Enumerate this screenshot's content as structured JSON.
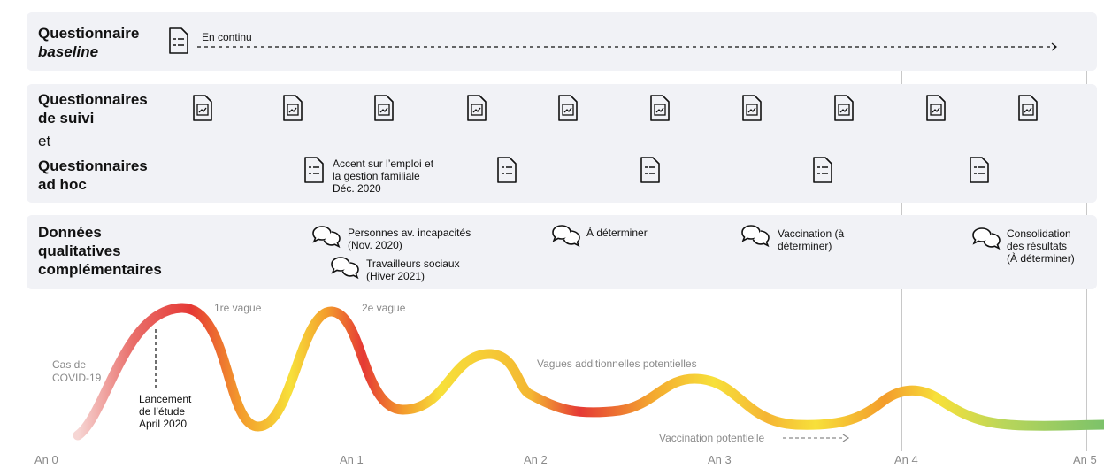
{
  "rows": {
    "baseline": {
      "title_line1": "Questionnaire",
      "title_line2": "baseline",
      "note": "En continu"
    },
    "suivi": {
      "title_line1": "Questionnaires",
      "title_line2": "de suivi",
      "conj": "et",
      "adhoc_line1": "Questionnaires",
      "adhoc_line2": "ad hoc",
      "adhoc_note": [
        "Accent sur l’emploi et",
        "la gestion familiale",
        "Déc. 2020"
      ]
    },
    "qualitative": {
      "title_line1": "Données",
      "title_line2": "qualitatives",
      "title_line3": "complémentaires",
      "items": [
        {
          "line1": "Personnes av. incapacités",
          "line2": "(Nov. 2020)"
        },
        {
          "line1": "Travailleurs sociaux",
          "line2": "(Hiver 2021)"
        },
        {
          "line1": "À déterminer",
          "line2": ""
        },
        {
          "line1": "Vaccination (à",
          "line2": "déterminer)"
        },
        {
          "line1": "Consolidation",
          "line2": "des résultats",
          "line3": "(À déterminer)"
        }
      ]
    }
  },
  "curve_labels": {
    "cases": [
      "Cas de",
      "COVID-19"
    ],
    "launch": [
      "Lancement",
      "de l’étude",
      "April 2020"
    ],
    "wave1": "1re vague",
    "wave2": "2e vague",
    "additional": "Vagues additionnelles potentielles",
    "vaccination": "Vaccination potentielle"
  },
  "axis": [
    "An 0",
    "An 1",
    "An 2",
    "An 3",
    "An 4",
    "An 5"
  ],
  "colors": {
    "band": "#f1f2f6",
    "grid": "#c8c8c8",
    "red": "#e53935",
    "orange": "#f39c2c",
    "yellow": "#f7e03a",
    "green": "#7cc26a"
  },
  "icons": {
    "followup": "chart-document-icon",
    "adhoc": "checklist-document-icon",
    "qualitative": "speech-bubbles-icon"
  }
}
